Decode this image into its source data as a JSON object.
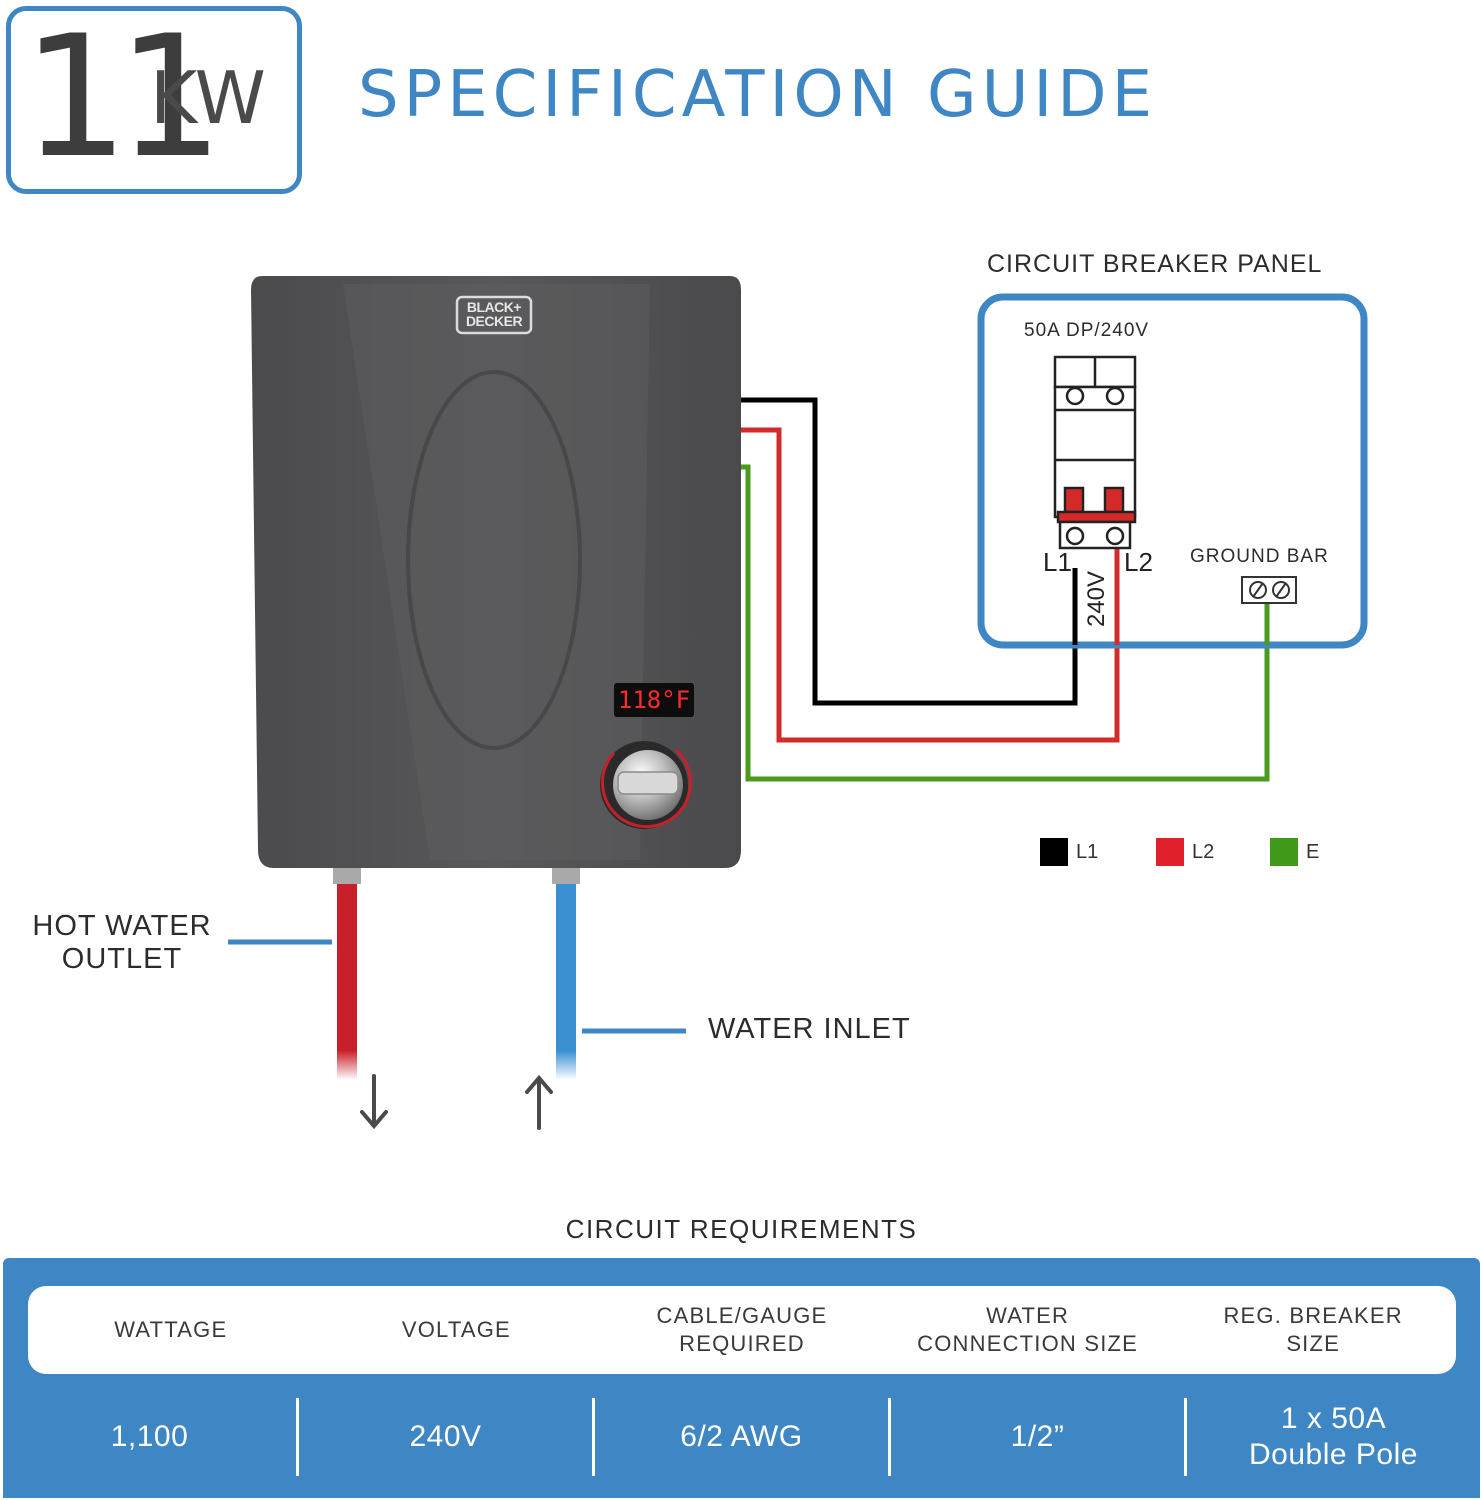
{
  "header": {
    "power_number": "11",
    "power_unit": "KW",
    "title": "SPECIFICATION GUIDE"
  },
  "heater": {
    "brand_line1": "BLACK+",
    "brand_line2": "DECKER",
    "display_temp": "118°F"
  },
  "panel": {
    "title": "CIRCUIT BREAKER PANEL",
    "breaker_label": "50A DP/240V",
    "ground_bar_label": "GROUND BAR",
    "l1_label": "L1",
    "l2_label": "L2",
    "voltage_label": "240V"
  },
  "pipes": {
    "hot_outlet_line1": "HOT WATER",
    "hot_outlet_line2": "OUTLET",
    "water_inlet": "WATER INLET"
  },
  "legend": [
    {
      "label": "L1",
      "color": "#000000"
    },
    {
      "label": "L2",
      "color": "#e0202a"
    },
    {
      "label": "E",
      "color": "#3f9a1c"
    }
  ],
  "colors": {
    "accent": "#3f86c4",
    "hot_pipe": "#c8202a",
    "cold_pipe": "#3a8fd0",
    "wire_l1": "#000000",
    "wire_l2": "#d42a2a",
    "wire_e": "#4a9a1e"
  },
  "table": {
    "title": "CIRCUIT REQUIREMENTS",
    "headers": [
      [
        "WATTAGE"
      ],
      [
        "VOLTAGE"
      ],
      [
        "CABLE/GAUGE",
        "REQUIRED"
      ],
      [
        "WATER",
        "CONNECTION SIZE"
      ],
      [
        "REG. BREAKER",
        "SIZE"
      ]
    ],
    "values": [
      [
        "1,100"
      ],
      [
        "240V"
      ],
      [
        "6/2 AWG"
      ],
      [
        "1/2”"
      ],
      [
        "1 x 50A",
        "Double Pole"
      ]
    ]
  }
}
